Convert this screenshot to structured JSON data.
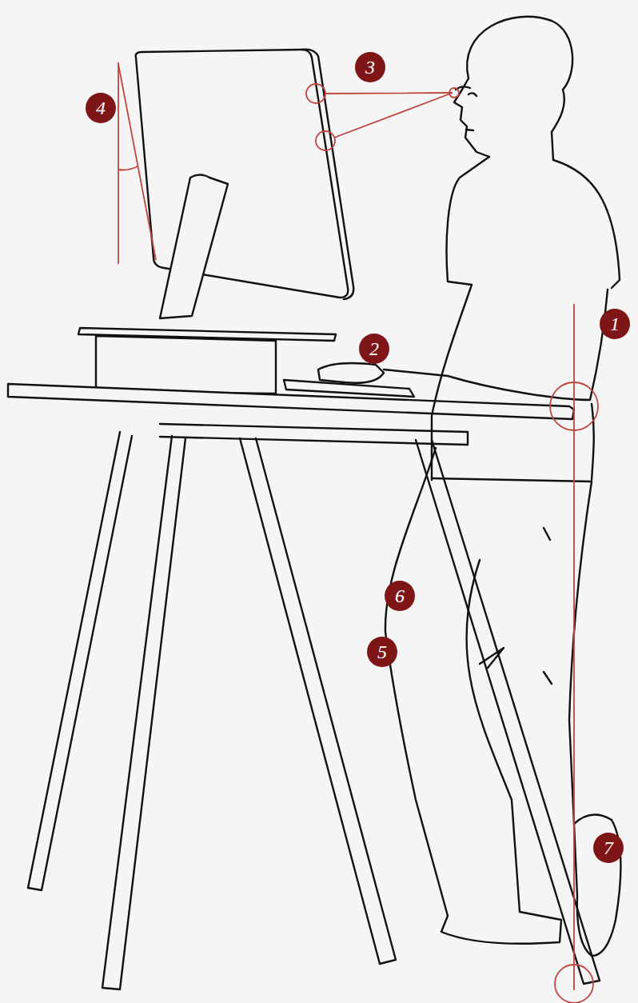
{
  "diagram": {
    "labels": [
      "3",
      "4",
      "1",
      "2",
      "6",
      "5",
      "7"
    ]
  }
}
